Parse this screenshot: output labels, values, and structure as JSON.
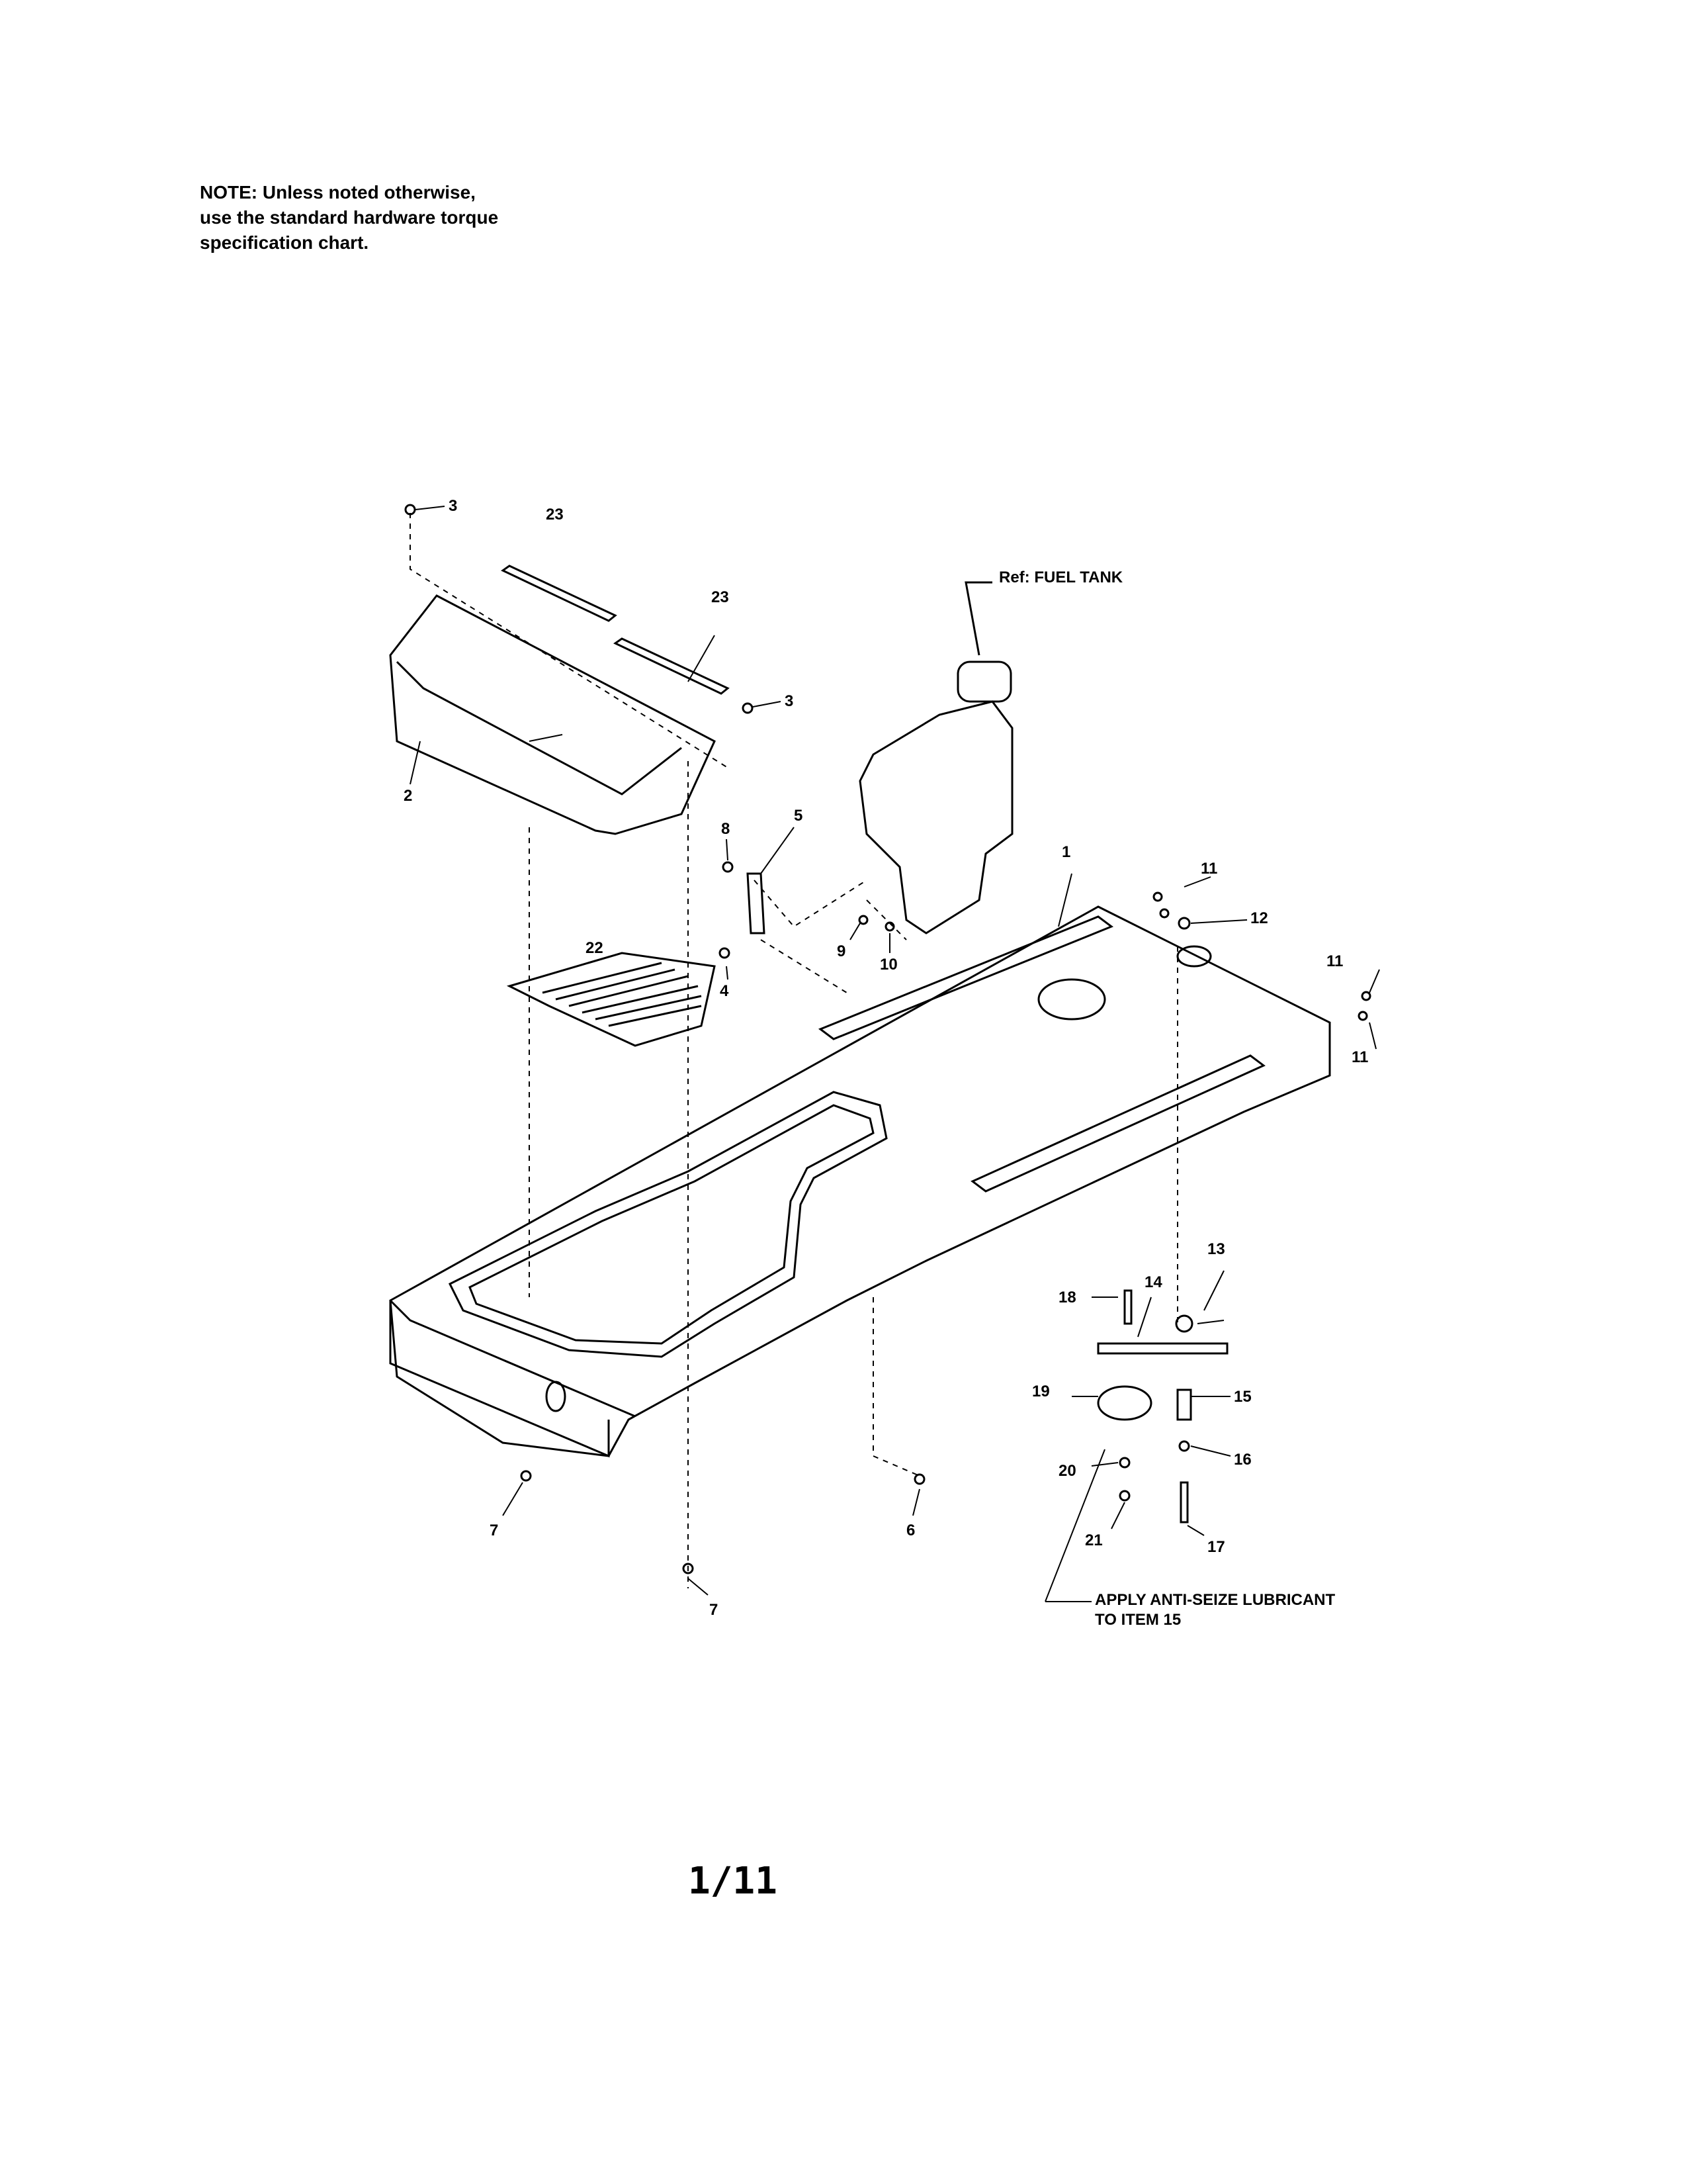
{
  "note": {
    "line1": "NOTE: Unless noted otherwise,",
    "line2": "use the standard hardware torque",
    "line3": "specification chart."
  },
  "references": {
    "fuel_tank": "Ref: FUEL TANK",
    "lubricant_line1": "APPLY ANTI-SEIZE LUBRICANT",
    "lubricant_line2": "TO ITEM 15"
  },
  "callouts": {
    "c1": "1",
    "c2": "2",
    "c3a": "3",
    "c3b": "3",
    "c4": "4",
    "c5": "5",
    "c6": "6",
    "c7a": "7",
    "c7b": "7",
    "c8": "8",
    "c9": "9",
    "c10": "10",
    "c11a": "11",
    "c11b": "11",
    "c11c": "11",
    "c12": "12",
    "c13": "13",
    "c14": "14",
    "c15": "15",
    "c16": "16",
    "c17": "17",
    "c18": "18",
    "c19": "19",
    "c20": "20",
    "c21": "21",
    "c22": "22",
    "c23a": "23",
    "c23b": "23"
  },
  "page": {
    "number": "1/11"
  }
}
